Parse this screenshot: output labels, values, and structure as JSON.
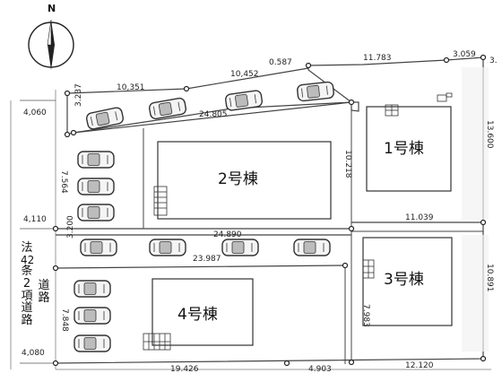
{
  "north_label": "N",
  "buildings": {
    "b1": "1号棟",
    "b2": "2号棟",
    "b3": "3号棟",
    "b4": "4号棟"
  },
  "road": {
    "col1": [
      "法",
      "42",
      "条",
      "2",
      "項",
      "道",
      "路"
    ],
    "col2": [
      "道",
      "路"
    ]
  },
  "dimensions": {
    "top_10351": "10,351",
    "top_10452": "10,452",
    "top_0587": "0.587",
    "top_11783": "11.783",
    "top_3059": "3.059",
    "top_3": "3.",
    "left_4060": "4,060",
    "diag_3237": "3.237",
    "lot2_top": "24.805",
    "lot2_left": "7.564",
    "lot2_right": "10.218",
    "left_4110": "4,110",
    "mid_11039": "11.039",
    "right_13600": "13.600",
    "lot4_3200": "3.200",
    "mid_24890": "24.890",
    "mid_23987": "23.987",
    "lot4_left": "7.848",
    "lot4_right": "7.983",
    "right_10891": "10.891",
    "left_4080": "4,080",
    "bottom_19426": "19.426",
    "bottom_4903": "4.903",
    "bottom_12120": "12.120"
  }
}
